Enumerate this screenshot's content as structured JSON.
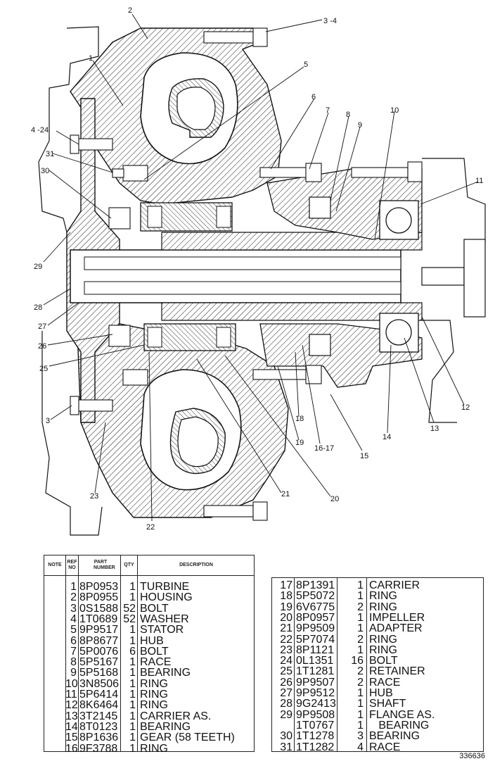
{
  "callouts": [
    {
      "id": "c2",
      "label": "2"
    },
    {
      "id": "c34",
      "label": "3 -4"
    },
    {
      "id": "c1",
      "label": "1"
    },
    {
      "id": "c5",
      "label": "5"
    },
    {
      "id": "c6",
      "label": "6"
    },
    {
      "id": "c7",
      "label": "7"
    },
    {
      "id": "c8",
      "label": "8"
    },
    {
      "id": "c9",
      "label": "9"
    },
    {
      "id": "c10",
      "label": "10"
    },
    {
      "id": "c11",
      "label": "11"
    },
    {
      "id": "c424",
      "label": "4 -24"
    },
    {
      "id": "c31",
      "label": "31"
    },
    {
      "id": "c30",
      "label": "30"
    },
    {
      "id": "c29",
      "label": "29"
    },
    {
      "id": "c28",
      "label": "28"
    },
    {
      "id": "c27",
      "label": "27"
    },
    {
      "id": "c26",
      "label": "26"
    },
    {
      "id": "c25",
      "label": "25"
    },
    {
      "id": "c3",
      "label": "3"
    },
    {
      "id": "c23",
      "label": "23"
    },
    {
      "id": "c22",
      "label": "22"
    },
    {
      "id": "c21",
      "label": "21"
    },
    {
      "id": "c20",
      "label": "20"
    },
    {
      "id": "c19",
      "label": "19"
    },
    {
      "id": "c18",
      "label": "18"
    },
    {
      "id": "c1617",
      "label": "16-17"
    },
    {
      "id": "c15",
      "label": "15"
    },
    {
      "id": "c14",
      "label": "14"
    },
    {
      "id": "c13",
      "label": "13"
    },
    {
      "id": "c12",
      "label": "12"
    }
  ],
  "table_headers": {
    "note": "NOTE",
    "ref_no": "REF NO",
    "part_number": "PART NUMBER",
    "qty": "QTY",
    "description": "DESCRIPTION"
  },
  "parts_left": [
    {
      "ref": "1",
      "part": "8P0953",
      "qty": "1",
      "desc": "TURBINE"
    },
    {
      "ref": "2",
      "part": "8P0955",
      "qty": "1",
      "desc": "HOUSING"
    },
    {
      "ref": "3",
      "part": "0S1588",
      "qty": "52",
      "desc": "BOLT"
    },
    {
      "ref": "4",
      "part": "1T0689",
      "qty": "52",
      "desc": "WASHER"
    },
    {
      "ref": "5",
      "part": "9P9517",
      "qty": "1",
      "desc": "STATOR"
    },
    {
      "ref": "6",
      "part": "8P8677",
      "qty": "1",
      "desc": "HUB"
    },
    {
      "ref": "7",
      "part": "5P0076",
      "qty": "6",
      "desc": "BOLT"
    },
    {
      "ref": "8",
      "part": "5P5167",
      "qty": "1",
      "desc": "RACE"
    },
    {
      "ref": "9",
      "part": "5P5168",
      "qty": "1",
      "desc": "BEARING"
    },
    {
      "ref": "10",
      "part": "3N8506",
      "qty": "1",
      "desc": "RING"
    },
    {
      "ref": "11",
      "part": "5P6414",
      "qty": "1",
      "desc": "RING"
    },
    {
      "ref": "12",
      "part": "8K6464",
      "qty": "1",
      "desc": "RING"
    },
    {
      "ref": "13",
      "part": "3T2145",
      "qty": "1",
      "desc": "CARRIER AS."
    },
    {
      "ref": "14",
      "part": "8T0123",
      "qty": "1",
      "desc": "BEARING"
    },
    {
      "ref": "15",
      "part": "8P1636",
      "qty": "1",
      "desc": "GEAR (58 TEETH)"
    },
    {
      "ref": "16",
      "part": "9F3788",
      "qty": "1",
      "desc": "RING"
    }
  ],
  "parts_right": [
    {
      "ref": "17",
      "part": "8P1391",
      "qty": "1",
      "desc": "CARRIER"
    },
    {
      "ref": "18",
      "part": "5P5072",
      "qty": "1",
      "desc": "RING"
    },
    {
      "ref": "19",
      "part": "6V6775",
      "qty": "2",
      "desc": "RING"
    },
    {
      "ref": "20",
      "part": "8P0957",
      "qty": "1",
      "desc": "IMPELLER"
    },
    {
      "ref": "21",
      "part": "9P9509",
      "qty": "1",
      "desc": "ADAPTER"
    },
    {
      "ref": "22",
      "part": "5P7074",
      "qty": "2",
      "desc": "RING"
    },
    {
      "ref": "23",
      "part": "8P1121",
      "qty": "1",
      "desc": "RING"
    },
    {
      "ref": "24",
      "part": "0L1351",
      "qty": "16",
      "desc": "BOLT"
    },
    {
      "ref": "25",
      "part": "1T1281",
      "qty": "2",
      "desc": "RETAINER"
    },
    {
      "ref": "26",
      "part": "9P9507",
      "qty": "2",
      "desc": "RACE"
    },
    {
      "ref": "27",
      "part": "9P9512",
      "qty": "1",
      "desc": "HUB"
    },
    {
      "ref": "28",
      "part": "9G2413",
      "qty": "1",
      "desc": "SHAFT"
    },
    {
      "ref": "29",
      "part": "9P9508",
      "qty": "1",
      "desc": "FLANGE AS."
    },
    {
      "ref": "",
      "part": "1T0767",
      "qty": "1",
      "desc": "   BEARING"
    },
    {
      "ref": "30",
      "part": "1T1278",
      "qty": "3",
      "desc": "BEARING"
    },
    {
      "ref": "31",
      "part": "1T1282",
      "qty": "4",
      "desc": "RACE"
    }
  ],
  "document_number": "336636"
}
